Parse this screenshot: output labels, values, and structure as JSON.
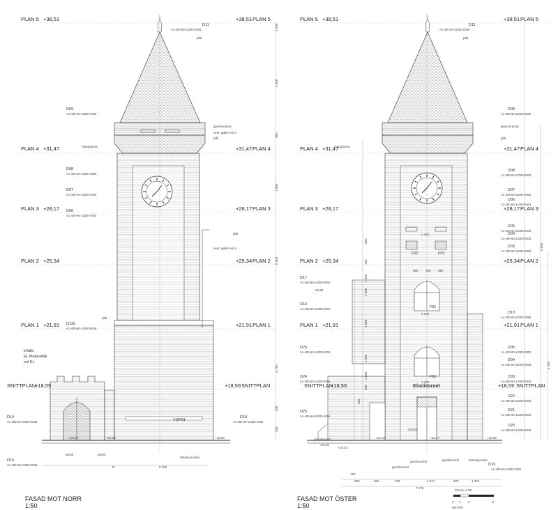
{
  "levels": [
    {
      "name": "PLAN 5",
      "value": "+38,51"
    },
    {
      "name": "PLAN 4",
      "value": "+31,47"
    },
    {
      "name": "PLAN 3",
      "value": "+28,17"
    },
    {
      "name": "PLAN 2",
      "value": "+25,34"
    },
    {
      "name": "PLAN 1",
      "value": "+21,91"
    },
    {
      "name": "SNITTPLAN",
      "value": "+18,59"
    }
  ],
  "north": {
    "title": "FASAD MOT NORR",
    "scale": "1:50",
    "refs": [
      {
        "code": "D11",
        "sheet": "A1-400-60-13300-0006"
      },
      {
        "code": "D09",
        "sheet": "A1-400-60-13300-0006"
      },
      {
        "code": "D08",
        "sheet": "A1-400-60-13300-0003"
      },
      {
        "code": "D07",
        "sheet": "A1-400-60-13300-0003"
      },
      {
        "code": "D06",
        "sheet": "A1-400-60-13300-0003"
      },
      {
        "code": "D12b",
        "sheet": "A1-400-60-13300-0006"
      },
      {
        "code": "D14",
        "sheet": "A1-400-60-13300-0005"
      },
      {
        "code": "D18",
        "sheet": "A1-400-60-13300-0002"
      },
      {
        "code": "D15",
        "sheet": "A1-400-60-13300-0006"
      }
    ],
    "notes": {
      "plat": "plåt",
      "plat2": "plåt",
      "gesims": "gesimsränna",
      "vent": "vent. galler enl.V",
      "hangranna": "hängränna",
      "infalld": [
        "infälld",
        "EL Mätarskåp",
        "enl EL"
      ],
      "ygp": "YGP01",
      "granit": "granit",
      "betong": "betong sockel"
    },
    "spots": [
      "+15,83",
      "+15,86",
      "+15,86"
    ],
    "dims": [
      "75",
      "5 305"
    ]
  },
  "east": {
    "title": "FASAD MOT ÖSTER",
    "scale": "1:50",
    "refs": [
      {
        "code": "D11",
        "sheet": "A1-400-60-13300-0005"
      },
      {
        "code": "D09",
        "sheet": "A1-400-60-13300-0005"
      },
      {
        "code": "D08",
        "sheet": "A1-400-60-13300-0003"
      },
      {
        "code": "D07",
        "sheet": "A1-400-60-13300-0003"
      },
      {
        "code": "D06",
        "sheet": "A1-400-60-13300-0003"
      },
      {
        "code": "D05",
        "sheet": "A1-400-60-13300-0003"
      },
      {
        "code": "D04",
        "sheet": "A1-400-60-13300-0003"
      },
      {
        "code": "D03",
        "sheet": "A1-400-60-13300-0003"
      },
      {
        "code": "D13",
        "sheet": "A1-400-60-13300-0006"
      },
      {
        "code": "D05",
        "sheet": "A1-400-60-13300-0003"
      },
      {
        "code": "D04",
        "sheet": "A1-400-60-13300-0003"
      },
      {
        "code": "D03",
        "sheet": "A1-400-60-13300-0003"
      },
      {
        "code": "D22",
        "sheet": "A1-400-60-13300-0004"
      },
      {
        "code": "D21",
        "sheet": "A1-400-60-13300-0004"
      },
      {
        "code": "D20",
        "sheet": "A1-400-60-13300-0004"
      },
      {
        "code": "D17",
        "sheet": "A1-400-60-13300-0004"
      },
      {
        "code": "D16",
        "sheet": "A1-400-60-13300-0004"
      },
      {
        "code": "D23",
        "sheet": "A1-400-60-13300-0004"
      },
      {
        "code": "D24",
        "sheet": "A1-400-60-13300-0004"
      },
      {
        "code": "D25",
        "sheet": "A1-400-60-13300-0004"
      },
      {
        "code": "D19",
        "sheet": "A1-400-60-13300-0002"
      }
    ],
    "notes": {
      "plat": "plåt",
      "plat2": "plåt",
      "gesims": "gesimsränna",
      "hangranna": "hängränna",
      "sign": "Klocktornet",
      "granitsockel": "granitsockel",
      "granitsockel2": "granitsockel",
      "betongsockel": "betongsockel",
      "granitsockel3": "granitsockel"
    },
    "spots": [
      "+23,91",
      "+18,25",
      "+15,72",
      "+15,77",
      "+15,86",
      "+15,36",
      "+15,31"
    ],
    "windows": [
      "F02",
      "F02",
      "F01",
      "F01"
    ],
    "dims": [
      "1 480",
      "690",
      "750",
      "690",
      "1 270",
      "1 270",
      "155",
      "480",
      "900",
      "700",
      "1 074",
      "370",
      "1 370",
      "7 275"
    ],
    "vdims": [
      "1 030",
      "4 560",
      "950",
      "1 960",
      "900",
      "720",
      "1 990",
      "1 600",
      "1 880",
      "1 950",
      "1 830",
      "900",
      "5 000",
      "6 900",
      "4 770",
      "400",
      "300",
      "4 160",
      "400"
    ]
  },
  "scalebar": {
    "label": "SKALA 1:50",
    "unit": "METER",
    "ticks": [
      "0",
      "1",
      "2",
      "5"
    ]
  }
}
